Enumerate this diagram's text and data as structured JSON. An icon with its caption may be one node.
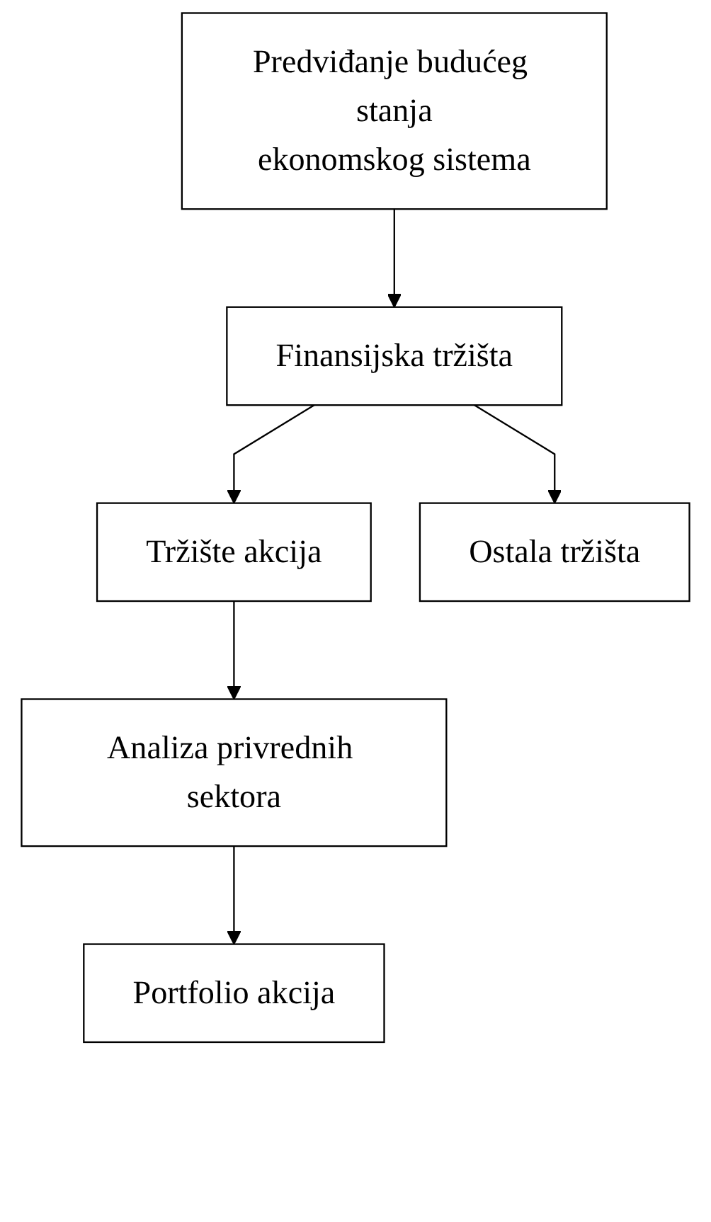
{
  "diagram": {
    "nodes": [
      {
        "text": [
          "Predviđanje budućeg stanja ekonomskog sistema"
        ]
      },
      {
        "text": [
          "Finansijska tržišta"
        ]
      },
      {
        "text": [
          "Tržište akcija"
        ]
      },
      {
        "text": [
          "Ostala tržišta"
        ]
      },
      {
        "text": [
          "Analiza privrednih sektora"
        ]
      },
      {
        "text": [
          "Portfolio akcija"
        ]
      }
    ],
    "edges": [
      {
        "from": 0,
        "to": 1,
        "arrow": "to"
      },
      {
        "from": 1,
        "to": 2,
        "arrow": "to"
      },
      {
        "from": 1,
        "to": 3,
        "arrow": "to"
      },
      {
        "from": 2,
        "to": 4,
        "arrow": "to"
      },
      {
        "from": 4,
        "to": 5,
        "arrow": "to"
      }
    ]
  }
}
